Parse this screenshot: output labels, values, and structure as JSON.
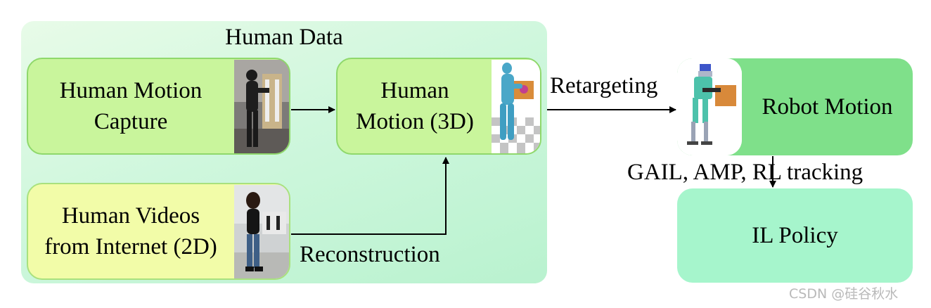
{
  "group": {
    "title": "Human Data"
  },
  "nodes": {
    "mocap": {
      "line1": "Human Motion",
      "line2": "Capture"
    },
    "videos": {
      "line1": "Human Videos",
      "line2": "from Internet (2D)"
    },
    "motion3d": {
      "line1": "Human",
      "line2": "Motion (3D)"
    },
    "robot": {
      "label": "Robot Motion"
    },
    "policy": {
      "label": "IL Policy"
    }
  },
  "edges": {
    "retargeting": "Retargeting",
    "reconstruction": "Reconstruction",
    "training": "GAIL, AMP, RL tracking"
  },
  "watermark": "CSDN @硅谷秋水",
  "colors": {
    "group_fill": "#cff7dd",
    "capture_fill": "#c9f59c",
    "videos_fill": "#f2fca8",
    "robot_fill": "#7fe08a",
    "policy_fill": "#a6f5cc"
  }
}
